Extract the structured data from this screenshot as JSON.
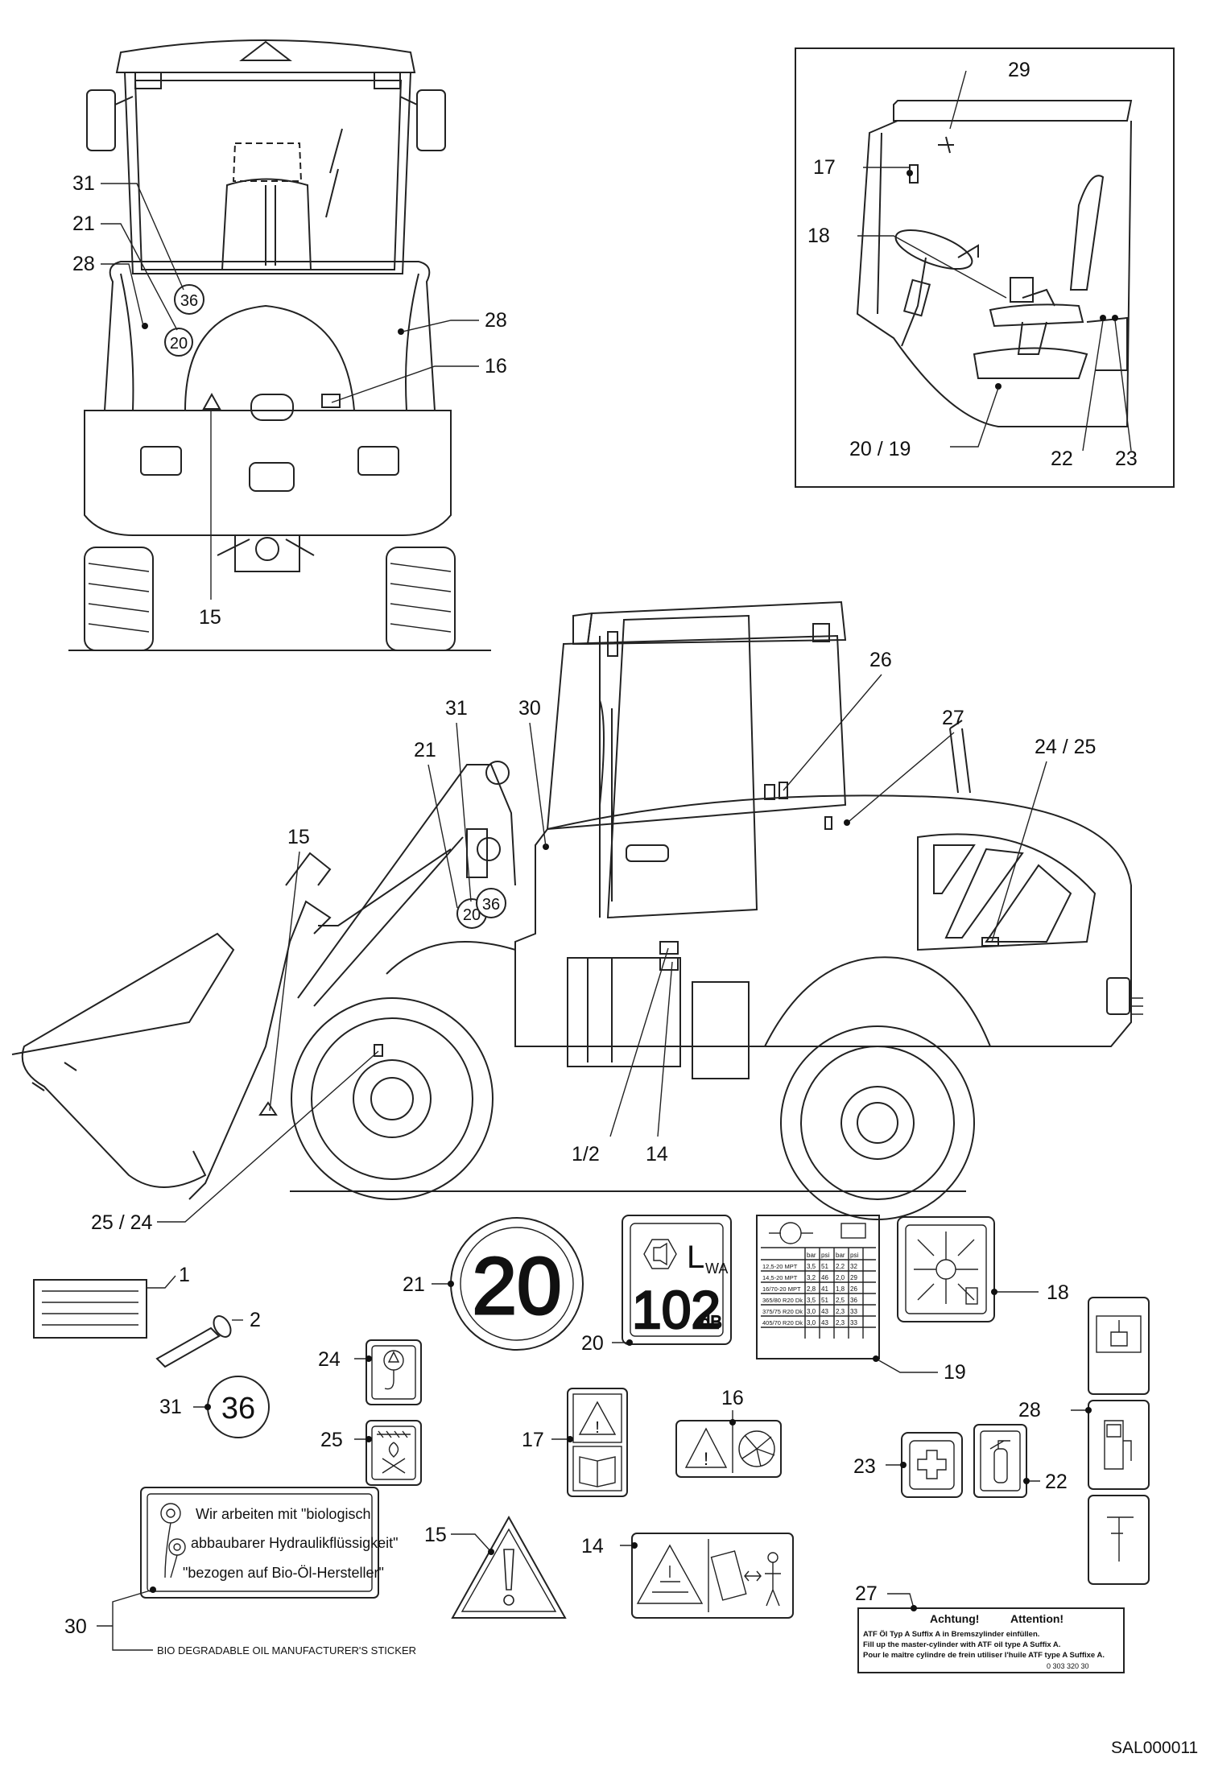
{
  "callouts": {
    "front": [
      "31",
      "21",
      "28",
      "28",
      "16",
      "15",
      "20",
      "36"
    ],
    "cab": [
      "29",
      "17",
      "18",
      "20 / 19",
      "22",
      "23"
    ],
    "side": [
      "31",
      "30",
      "21",
      "15",
      "26",
      "27",
      "24 / 25",
      "25 / 24",
      "1/2",
      "14",
      "20",
      "36"
    ]
  },
  "parts": {
    "p1": "1",
    "p2": "2",
    "p14": "14",
    "p15": "15",
    "p16": "16",
    "p17": "17",
    "p18": "18",
    "p19": "19",
    "p20": "20",
    "p21": "21",
    "p22": "22",
    "p23": "23",
    "p24": "24",
    "p25": "25",
    "p27": "27",
    "p28": "28",
    "p30": "30",
    "p31": "31"
  },
  "decals": {
    "speed_limit": "20",
    "decal_36": "36",
    "noise_label": "L",
    "noise_sub": "WA",
    "noise_value": "102",
    "noise_unit": "dB",
    "bio_line1": "Wir arbeiten mit \"biologisch",
    "bio_line2": "abbaubarer Hydraulikflüssigkeit\"",
    "bio_line3": "\"bezogen auf Bio-Öl-Hersteller\"",
    "bio_caption": "BIO DEGRADABLE OIL MANUFACTURER'S STICKER",
    "attention_left": "Achtung!",
    "attention_right": "Attention!",
    "attention_l1": "ATF Öl Typ A Suffix A in Bremszylinder einfüllen.",
    "attention_l2": "Fill up the master-cylinder with ATF oil type A Suffix A.",
    "attention_l3": "Pour le maître cylindre de frein utiliser l'huile ATF type A Suffixe A.",
    "attention_code": "0   303 320 30",
    "tire_table_header": [
      "bar",
      "psi",
      "bar",
      "psi"
    ],
    "tire_table_rows": [
      [
        "12,5-20 MPT",
        "3,5",
        "51",
        "2,2",
        "32"
      ],
      [
        "14,5-20 MPT",
        "3,2",
        "46",
        "2,0",
        "29"
      ],
      [
        "16/70-20 MPT",
        "2,8",
        "41",
        "1,8",
        "26"
      ],
      [
        "365/80 R20 Dk",
        "3,5",
        "51",
        "2,5",
        "36"
      ],
      [
        "375/75 R20 Dk",
        "3,0",
        "43",
        "2,3",
        "33"
      ],
      [
        "405/70 R20 Dk",
        "3,0",
        "43",
        "2,3",
        "33"
      ]
    ]
  },
  "footer": {
    "code": "SAL000011"
  }
}
